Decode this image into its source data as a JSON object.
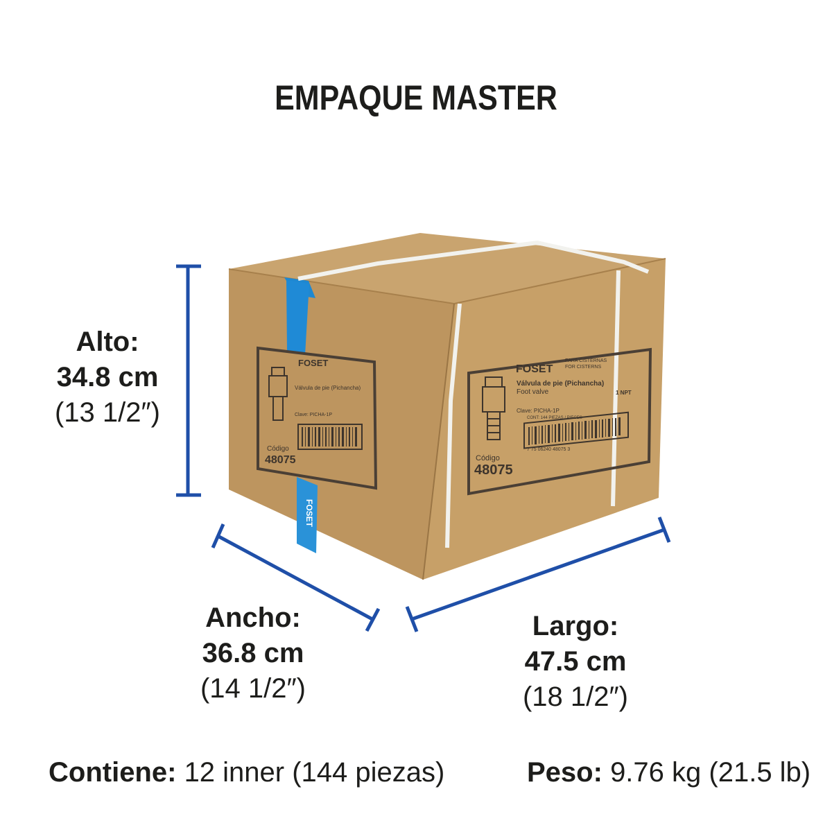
{
  "title": "EMPAQUE MASTER",
  "accent_color": "#1f4fa8",
  "box_color": "#c8a06c",
  "dimensions": {
    "alto": {
      "label": "Alto:",
      "value": "34.8 cm",
      "imperial": "(13 1/2″)"
    },
    "ancho": {
      "label": "Ancho:",
      "value": "36.8 cm",
      "imperial": "(14 1/2″)"
    },
    "largo": {
      "label": "Largo:",
      "value": "47.5 cm",
      "imperial": "(18 1/2″)"
    }
  },
  "contiene": {
    "label": "Contiene:",
    "value": "12 inner (144 piezas)"
  },
  "peso": {
    "label": "Peso:",
    "value": "9.76 kg (21.5 lb)"
  },
  "box_label": {
    "brand": "FOSET",
    "tag": "PARA CISTERNAS",
    "tag_en": "FOR CISTERNS",
    "product": "Válvula de pie (Pichancha)",
    "product_en": "Foot valve",
    "size": "1 NPT",
    "clave": "Clave: PICHA-1P",
    "cont": "CONT: 144 PIEZAS / PIECES",
    "codigo_label": "Código",
    "codigo": "48075",
    "barcode_digits": "7 75 06240 48075 3"
  },
  "tape_text": "FOSET"
}
